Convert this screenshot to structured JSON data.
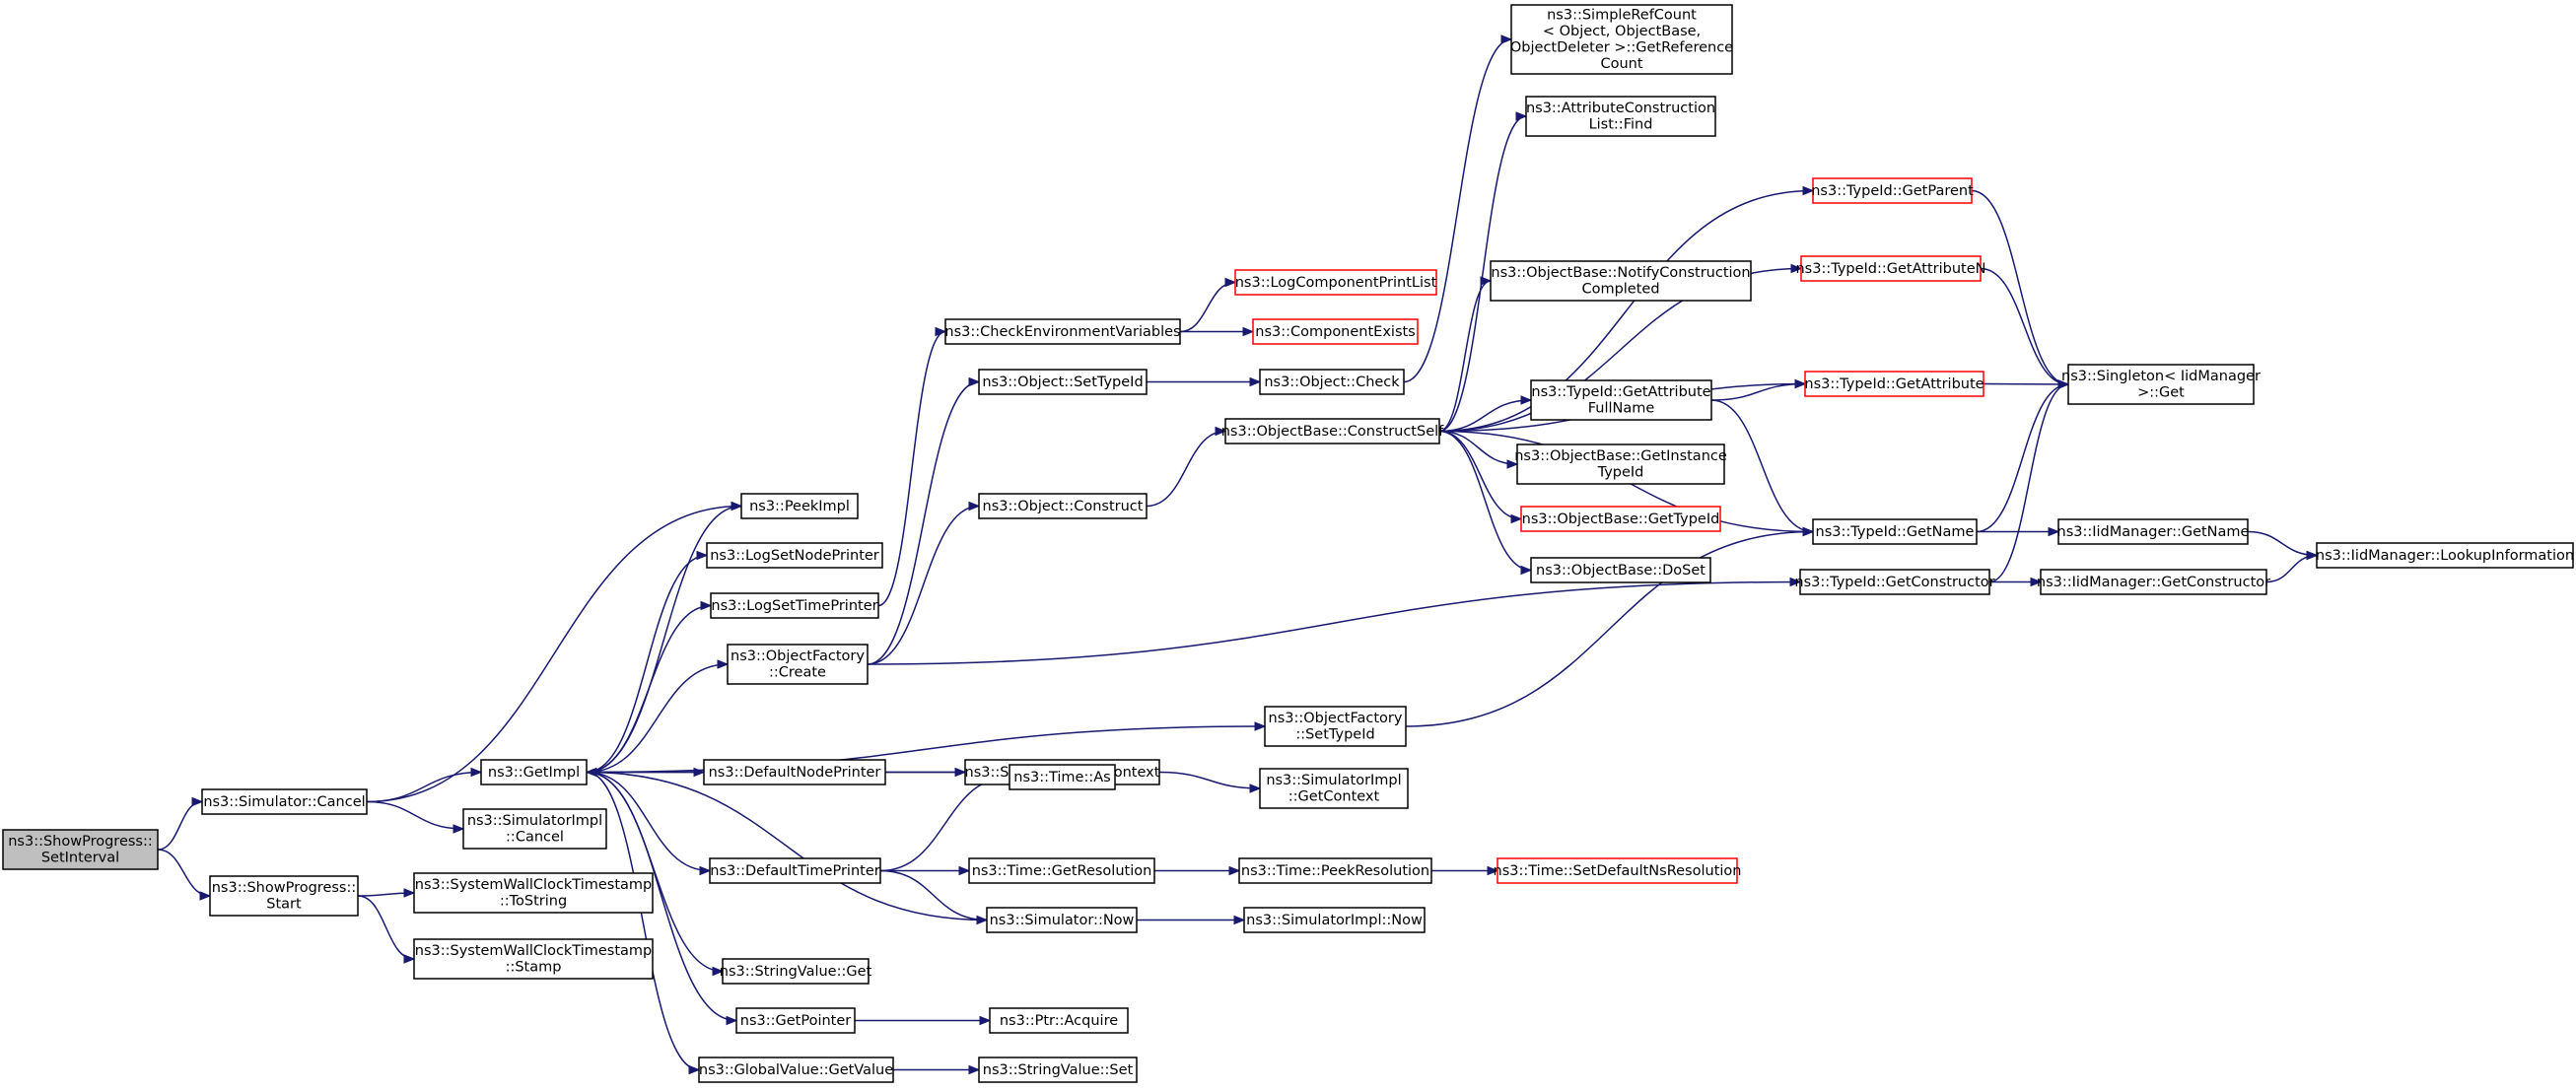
{
  "graph": {
    "nodes": [
      {
        "id": "n0",
        "lines": [
          "ns3::ShowProgress::",
          "SetInterval"
        ],
        "root": true
      },
      {
        "id": "n1",
        "lines": [
          "ns3::Simulator::Cancel"
        ]
      },
      {
        "id": "n2",
        "lines": [
          "ns3::ShowProgress::",
          "Start"
        ]
      },
      {
        "id": "n3",
        "lines": [
          "ns3::PeekImpl"
        ]
      },
      {
        "id": "n4",
        "lines": [
          "ns3::GetImpl"
        ]
      },
      {
        "id": "n5",
        "lines": [
          "ns3::SimulatorImpl",
          "::Cancel"
        ]
      },
      {
        "id": "n6",
        "lines": [
          "ns3::LogSetNodePrinter"
        ]
      },
      {
        "id": "n7",
        "lines": [
          "ns3::LogSetTimePrinter"
        ]
      },
      {
        "id": "n8",
        "lines": [
          "ns3::ObjectFactory",
          "::Create"
        ]
      },
      {
        "id": "n9",
        "lines": [
          "ns3::DefaultNodePrinter"
        ]
      },
      {
        "id": "n10",
        "lines": [
          "ns3::DefaultTimePrinter"
        ]
      },
      {
        "id": "n11",
        "lines": [
          "ns3::StringValue::Get"
        ]
      },
      {
        "id": "n12",
        "lines": [
          "ns3::GetPointer"
        ]
      },
      {
        "id": "n13",
        "lines": [
          "ns3::GlobalValue::GetValue"
        ]
      },
      {
        "id": "n14",
        "lines": [
          "ns3::CheckEnvironmentVariables"
        ]
      },
      {
        "id": "n15",
        "lines": [
          "ns3::Object::SetTypeId"
        ]
      },
      {
        "id": "n16",
        "lines": [
          "ns3::Object::Construct"
        ]
      },
      {
        "id": "n17",
        "lines": [
          "ns3::Simulator::GetContext"
        ]
      },
      {
        "id": "n18",
        "lines": [
          "ns3::Time::As"
        ]
      },
      {
        "id": "n19",
        "lines": [
          "ns3::Time::GetResolution"
        ]
      },
      {
        "id": "n20",
        "lines": [
          "ns3::Simulator::Now"
        ]
      },
      {
        "id": "n21",
        "lines": [
          "ns3::Ptr::Acquire"
        ]
      },
      {
        "id": "n22",
        "lines": [
          "ns3::StringValue::Set"
        ]
      },
      {
        "id": "n23",
        "lines": [
          "ns3::LogComponentPrintList"
        ],
        "red": true
      },
      {
        "id": "n24",
        "lines": [
          "ns3::ComponentExists"
        ],
        "red": true
      },
      {
        "id": "n25",
        "lines": [
          "ns3::Object::Check"
        ]
      },
      {
        "id": "n26",
        "lines": [
          "ns3::ObjectBase::ConstructSelf"
        ]
      },
      {
        "id": "n27",
        "lines": [
          "ns3::ObjectFactory",
          "::SetTypeId"
        ]
      },
      {
        "id": "n28",
        "lines": [
          "ns3::SimulatorImpl",
          "::GetContext"
        ]
      },
      {
        "id": "n29",
        "lines": [
          "ns3::Time::PeekResolution"
        ]
      },
      {
        "id": "n30",
        "lines": [
          "ns3::SimulatorImpl::Now"
        ]
      },
      {
        "id": "n31",
        "lines": [
          "ns3::SimpleRefCount",
          "< Object, ObjectBase,",
          "ObjectDeleter >::GetReference",
          "Count"
        ]
      },
      {
        "id": "n32",
        "lines": [
          "ns3::AttributeConstruction",
          "List::Find"
        ]
      },
      {
        "id": "n33",
        "lines": [
          "ns3::ObjectBase::NotifyConstruction",
          "Completed"
        ]
      },
      {
        "id": "n34",
        "lines": [
          "ns3::TypeId::GetAttribute",
          "FullName"
        ]
      },
      {
        "id": "n35",
        "lines": [
          "ns3::ObjectBase::GetInstance",
          "TypeId"
        ]
      },
      {
        "id": "n36",
        "lines": [
          "ns3::ObjectBase::GetTypeId"
        ],
        "red": true
      },
      {
        "id": "n37",
        "lines": [
          "ns3::ObjectBase::DoSet"
        ]
      },
      {
        "id": "n38",
        "lines": [
          "ns3::Time::SetDefaultNsResolution"
        ],
        "red": true
      },
      {
        "id": "n39",
        "lines": [
          "ns3::TypeId::GetParent"
        ],
        "red": true
      },
      {
        "id": "n40",
        "lines": [
          "ns3::TypeId::GetAttributeN"
        ],
        "red": true
      },
      {
        "id": "n41",
        "lines": [
          "ns3::TypeId::GetAttribute"
        ],
        "red": true
      },
      {
        "id": "n42",
        "lines": [
          "ns3::TypeId::GetName"
        ]
      },
      {
        "id": "n43",
        "lines": [
          "ns3::TypeId::GetConstructor"
        ]
      },
      {
        "id": "n44",
        "lines": [
          "ns3::Singleton< IidManager",
          ">::Get"
        ]
      },
      {
        "id": "n45",
        "lines": [
          "ns3::IidManager::GetName"
        ]
      },
      {
        "id": "n46",
        "lines": [
          "ns3::IidManager::GetConstructor"
        ]
      },
      {
        "id": "n47",
        "lines": [
          "ns3::IidManager::LookupInformation"
        ]
      }
    ],
    "edges": [
      [
        "n0",
        "n1"
      ],
      [
        "n0",
        "n2"
      ],
      [
        "n1",
        "n3"
      ],
      [
        "n1",
        "n4"
      ],
      [
        "n1",
        "n5"
      ],
      [
        "n2",
        "n48"
      ],
      [
        "n2",
        "n49"
      ],
      [
        "n4",
        "n3"
      ],
      [
        "n4",
        "n6"
      ],
      [
        "n4",
        "n7"
      ],
      [
        "n4",
        "n8"
      ],
      [
        "n4",
        "n9"
      ],
      [
        "n4",
        "n10"
      ],
      [
        "n4",
        "n11"
      ],
      [
        "n4",
        "n12"
      ],
      [
        "n4",
        "n13"
      ],
      [
        "n4",
        "n27"
      ],
      [
        "n7",
        "n14"
      ],
      [
        "n8",
        "n15"
      ],
      [
        "n8",
        "n16"
      ],
      [
        "n8",
        "n43"
      ],
      [
        "n9",
        "n17"
      ],
      [
        "n17",
        "n4"
      ],
      [
        "n17",
        "n28"
      ],
      [
        "n10",
        "n18"
      ],
      [
        "n10",
        "n19"
      ],
      [
        "n10",
        "n20"
      ],
      [
        "n20",
        "n4"
      ],
      [
        "n20",
        "n30"
      ],
      [
        "n19",
        "n29"
      ],
      [
        "n29",
        "n38"
      ],
      [
        "n12",
        "n21"
      ],
      [
        "n13",
        "n22"
      ],
      [
        "n14",
        "n23"
      ],
      [
        "n14",
        "n24"
      ],
      [
        "n15",
        "n25"
      ],
      [
        "n25",
        "n31"
      ],
      [
        "n16",
        "n26"
      ],
      [
        "n26",
        "n32"
      ],
      [
        "n26",
        "n33"
      ],
      [
        "n26",
        "n34"
      ],
      [
        "n26",
        "n35"
      ],
      [
        "n26",
        "n36"
      ],
      [
        "n26",
        "n37"
      ],
      [
        "n26",
        "n39"
      ],
      [
        "n26",
        "n40"
      ],
      [
        "n26",
        "n41"
      ],
      [
        "n26",
        "n42"
      ],
      [
        "n34",
        "n41"
      ],
      [
        "n34",
        "n42"
      ],
      [
        "n39",
        "n44"
      ],
      [
        "n40",
        "n44"
      ],
      [
        "n41",
        "n44"
      ],
      [
        "n42",
        "n44"
      ],
      [
        "n42",
        "n45"
      ],
      [
        "n43",
        "n44"
      ],
      [
        "n43",
        "n46"
      ],
      [
        "n45",
        "n47"
      ],
      [
        "n46",
        "n47"
      ],
      [
        "n27",
        "n42"
      ]
    ],
    "extra_nodes": [
      {
        "id": "n48",
        "lines": [
          "ns3::SystemWallClockTimestamp",
          "::ToString"
        ]
      },
      {
        "id": "n49",
        "lines": [
          "ns3::SystemWallClockTimestamp",
          "::Stamp"
        ]
      }
    ]
  }
}
